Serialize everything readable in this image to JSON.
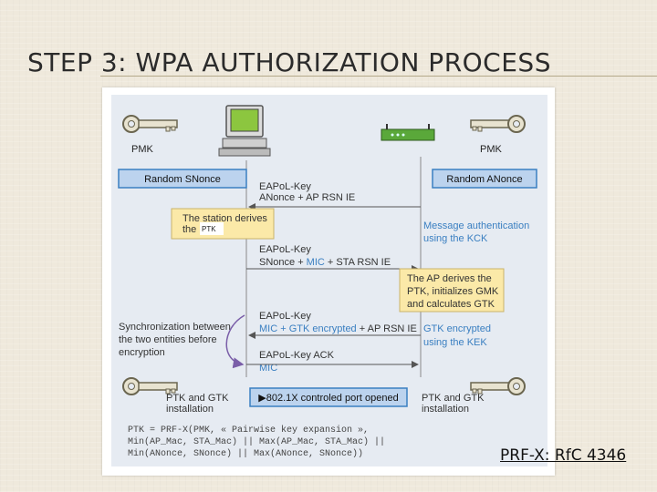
{
  "title": "STEP 3: WPA AUTHORIZATION PROCESS",
  "footnote": "PRF-X: RfC 4346",
  "labels": {
    "pmk_left": "PMK",
    "pmk_right": "PMK",
    "snonce": "Random SNonce",
    "anonce": "Random ANonce",
    "msg1_line1": "EAPoL-Key",
    "msg1_line2": "ANonce + AP RSN IE",
    "station_derives_line1": "The station derives",
    "station_derives_line2": "the",
    "ptk_small": "PTK",
    "msg_auth_line1": "Message authentication",
    "msg_auth_line2": "using the KCK",
    "msg2_line1": "EAPoL-Key",
    "msg2_line2_a": "SNonce + ",
    "msg2_line2_mic": "MIC",
    "msg2_line2_b": " + STA RSN IE",
    "ap_derives_line1": "The AP derives the",
    "ap_derives_line2": "PTK, initializes GMK",
    "ap_derives_line3": "and calculates GTK",
    "msg3_line1": "EAPoL-Key",
    "msg3_line2_a": "MIC + GTK encrypted",
    "msg3_line2_b": " + AP RSN IE",
    "gtk_enc_line1": "GTK encrypted",
    "gtk_enc_line2": "using the KEK",
    "sync_line1": "Synchronization between",
    "sync_line2": "the two entities before",
    "sync_line3": "encryption",
    "msg4_line1": "EAPoL-Key ACK",
    "msg4_line2": "MIC",
    "install_left_line1": "PTK and GTK",
    "install_left_line2": "installation",
    "install_right_line1": "PTK and GTK",
    "install_right_line2": "installation",
    "port_opened": "▶802.1X controled port opened",
    "formula_line1": "PTK = PRF-X(PMK, « Pairwise key expansion »,",
    "formula_line2": "Min(AP_Mac, STA_Mac) || Max(AP_Mac, STA_Mac) ||",
    "formula_line3": "Min(ANonce, SNonce) || Max(ANonce, SNonce))"
  },
  "icons": [
    "key-icon",
    "computer-icon",
    "router-icon"
  ],
  "colors": {
    "accent_blue": "#3a7fc1",
    "box_blue": "#bcd3ee",
    "note_yellow": "#fbe9a8",
    "sync_purple": "#7a5ea8"
  }
}
